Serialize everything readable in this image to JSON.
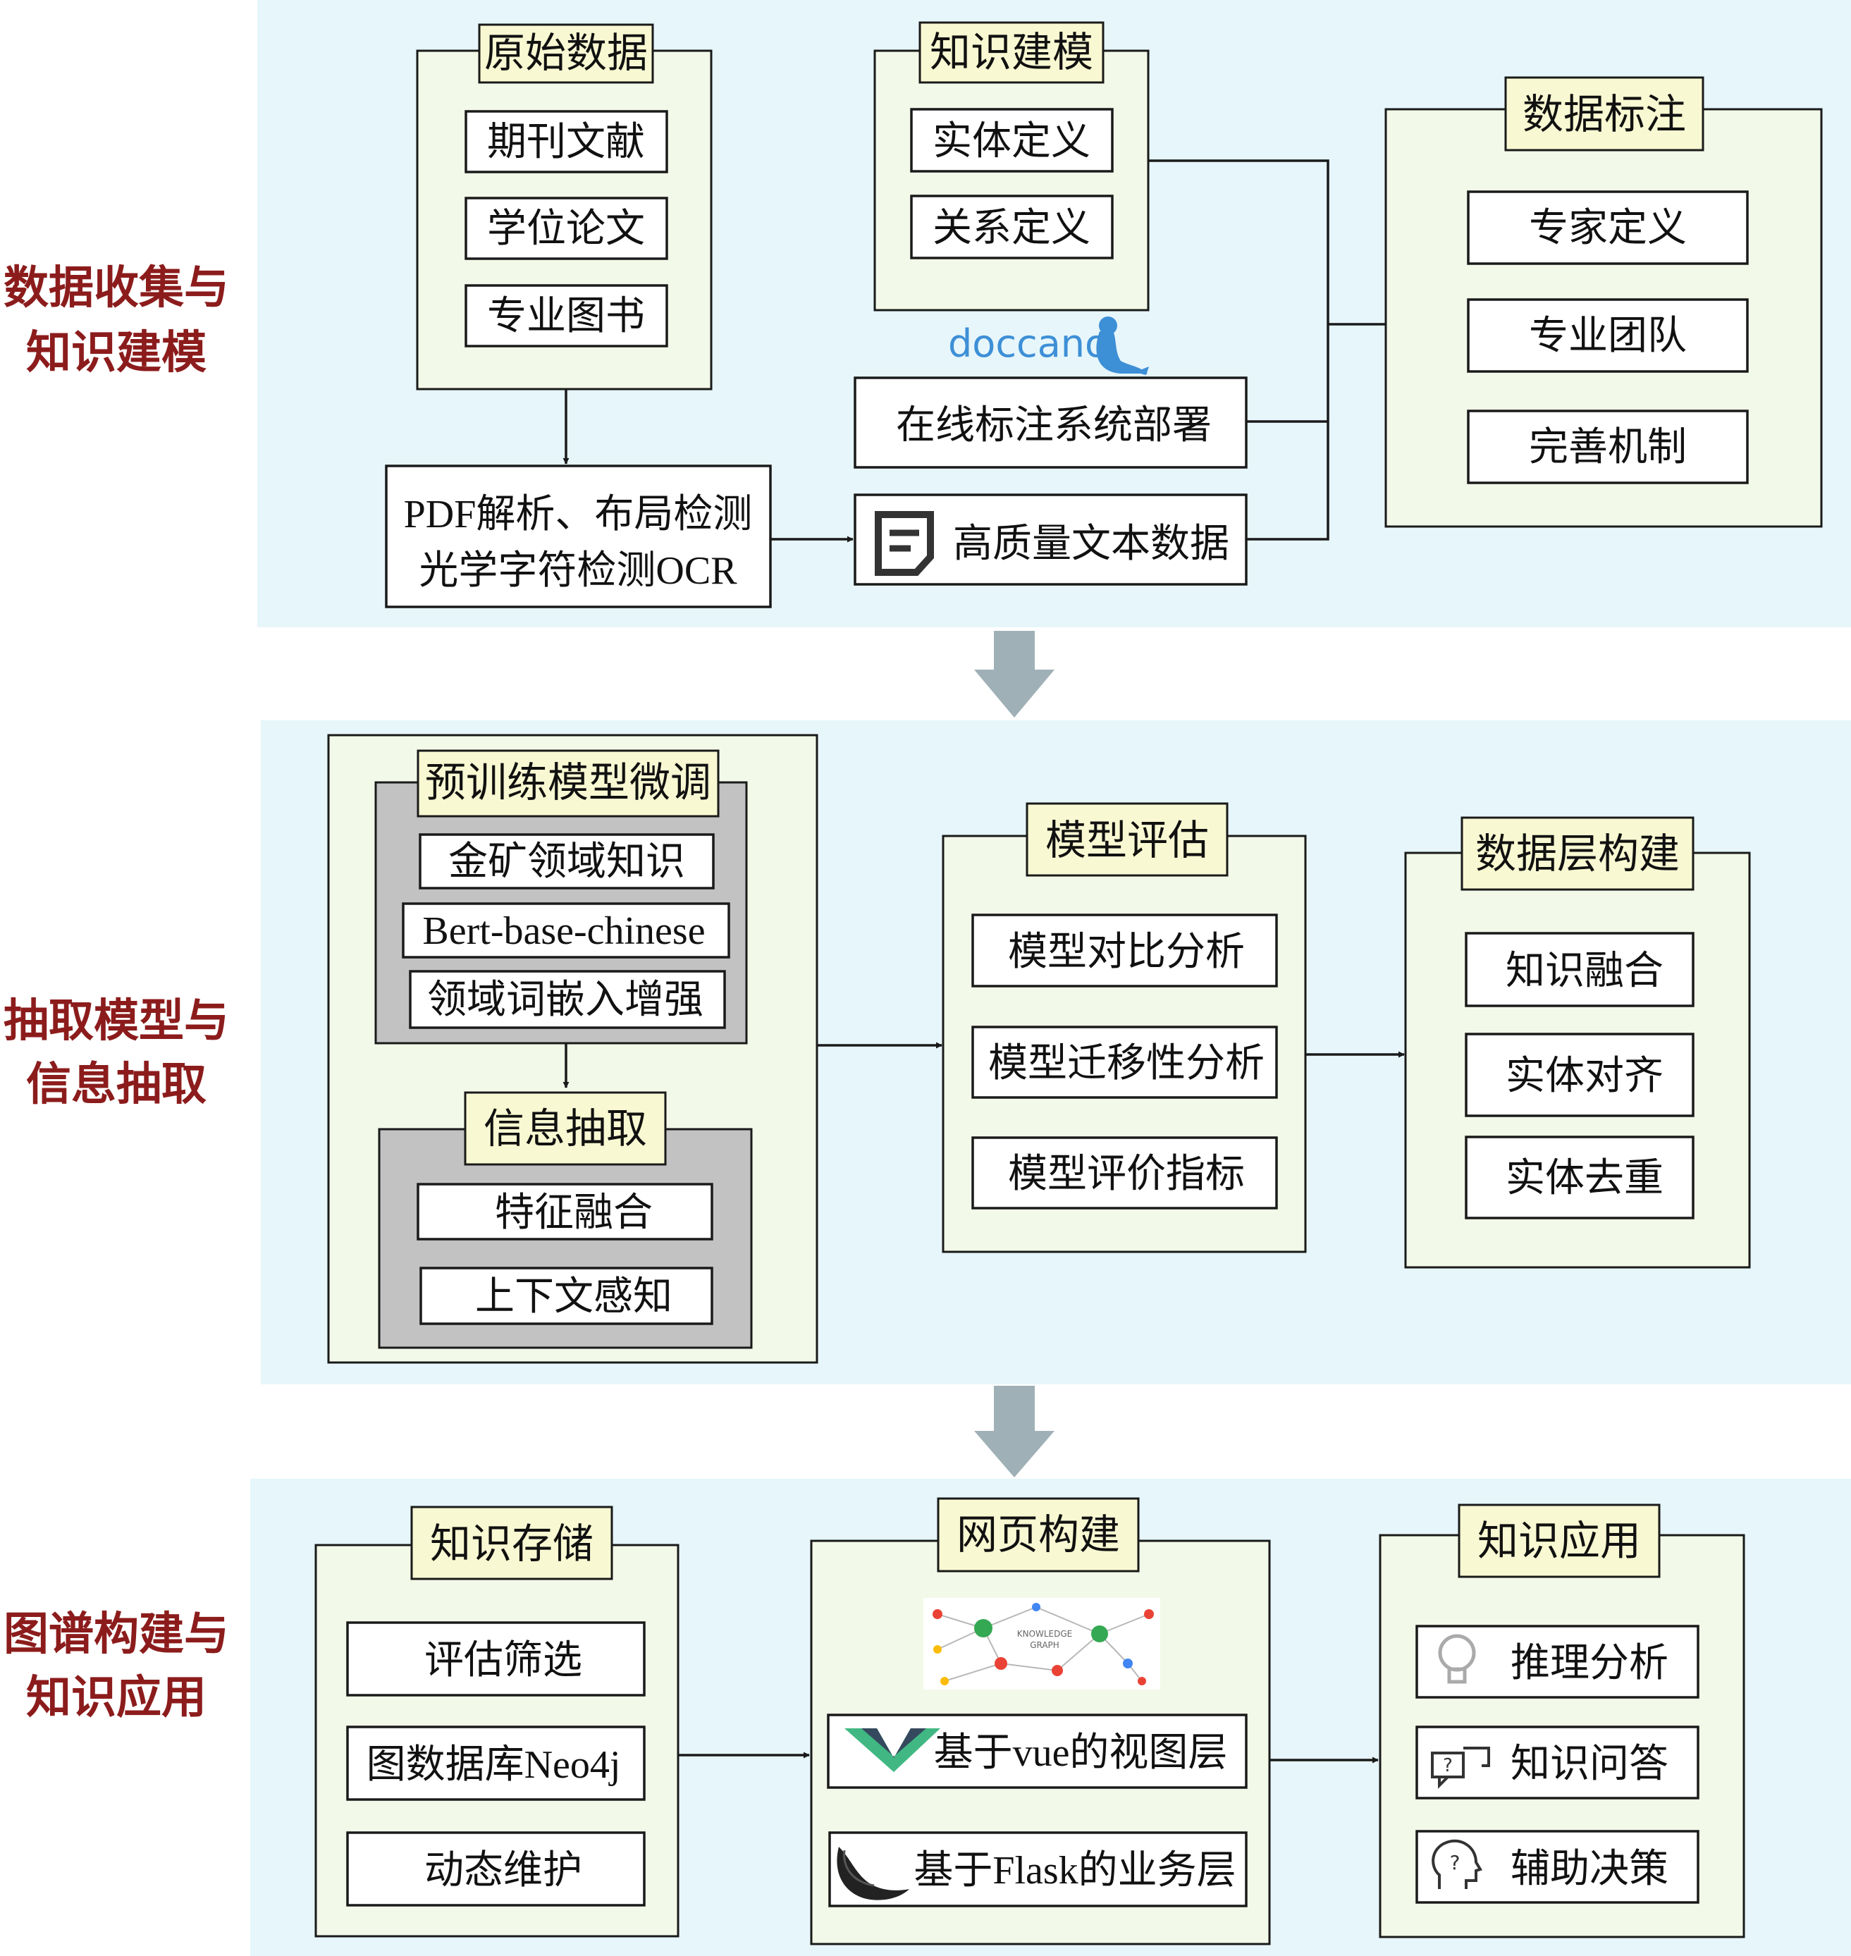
{
  "sections": [
    {
      "line1": "数据收集与",
      "line2": "知识建模"
    },
    {
      "line1": "抽取模型与",
      "line2": "信息抽取"
    },
    {
      "line1": "图谱构建与",
      "line2": "知识应用"
    }
  ],
  "section1": {
    "raw_data": {
      "title": "原始数据",
      "items": [
        "期刊文献",
        "学位论文",
        "专业图书"
      ]
    },
    "knowledge_modeling": {
      "title": "知识建模",
      "items": [
        "实体定义",
        "关系定义"
      ]
    },
    "doccano_logo": "doccano",
    "online_system": "在线标注系统部署",
    "pdf_parse": {
      "line1": "PDF解析、布局检测",
      "line2": "光学字符检测OCR"
    },
    "hq_text": "高质量文本数据",
    "data_annotation": {
      "title": "数据标注",
      "items": [
        "专家定义",
        "专业团队",
        "完善机制"
      ]
    }
  },
  "section2": {
    "finetune": {
      "title": "预训练模型微调",
      "items": [
        "金矿领域知识",
        "Bert-base-chinese",
        "领域词嵌入增强"
      ]
    },
    "info_extract": {
      "title": "信息抽取",
      "items": [
        "特征融合",
        "上下文感知"
      ]
    },
    "model_eval": {
      "title": "模型评估",
      "items": [
        "模型对比分析",
        "模型迁移性分析",
        "模型评价指标"
      ]
    },
    "data_layer": {
      "title": "数据层构建",
      "items": [
        "知识融合",
        "实体对齐",
        "实体去重"
      ]
    }
  },
  "section3": {
    "storage": {
      "title": "知识存储",
      "items": [
        "评估筛选",
        "图数据库Neo4j",
        "动态维护"
      ]
    },
    "web": {
      "title": "网页构建",
      "kg_logo_line1": "KNOWLEDGE",
      "kg_logo_line2": "GRAPH",
      "items": [
        "基于vue的视图层",
        "基于Flask的业务层"
      ]
    },
    "application": {
      "title": "知识应用",
      "items": [
        "推理分析",
        "知识问答",
        "辅助决策"
      ]
    }
  },
  "colors": {
    "band": "#e6f6fb",
    "group_fill": "#f3f9e8",
    "title_fill": "#f8f8d2",
    "section_label": "#8c1c1c",
    "big_arrow": "#9fb0b6",
    "doccano_blue": "#3d8fd6",
    "vue_green": "#41b883",
    "vue_dark": "#35495e"
  },
  "icons": [
    "doccano-seal-icon",
    "document-icon",
    "vue-logo-icon",
    "flask-horn-icon",
    "lightbulb-icon",
    "chat-question-icon",
    "head-question-icon",
    "knowledge-graph-icon"
  ]
}
